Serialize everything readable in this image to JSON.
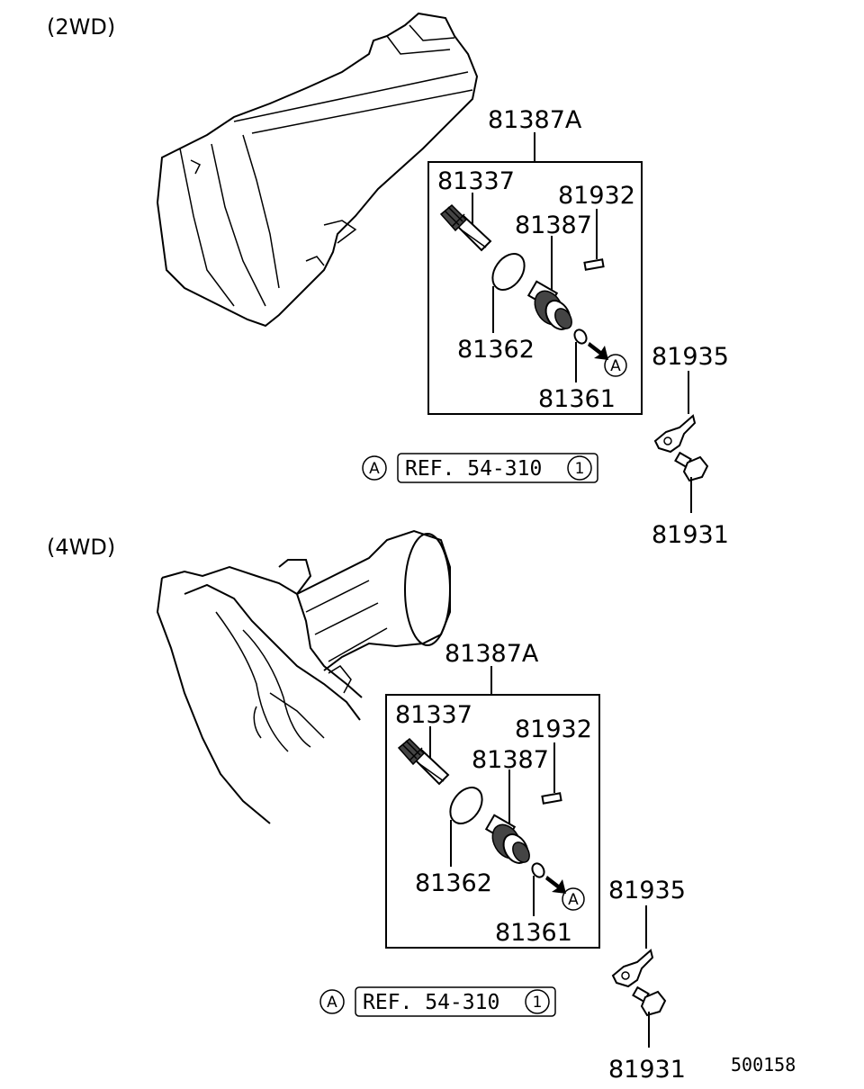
{
  "sections": [
    {
      "heading": "(2WD)",
      "parts": {
        "assembly": "81387A",
        "gear": "81337",
        "pin": "81932",
        "sleeve": "81387",
        "oring_large": "81362",
        "oring_small": "81361",
        "clamp": "81935",
        "bolt": "81931"
      },
      "callout_marker": "A",
      "reference": {
        "marker": "A",
        "text": "REF. 54-310",
        "page_number": "1"
      }
    },
    {
      "heading": "(4WD)",
      "parts": {
        "assembly": "81387A",
        "gear": "81337",
        "pin": "81932",
        "sleeve": "81387",
        "oring_large": "81362",
        "oring_small": "81361",
        "clamp": "81935",
        "bolt": "81931"
      },
      "callout_marker": "A",
      "reference": {
        "marker": "A",
        "text": "REF. 54-310",
        "page_number": "1"
      }
    }
  ],
  "diagram_code": "500158"
}
